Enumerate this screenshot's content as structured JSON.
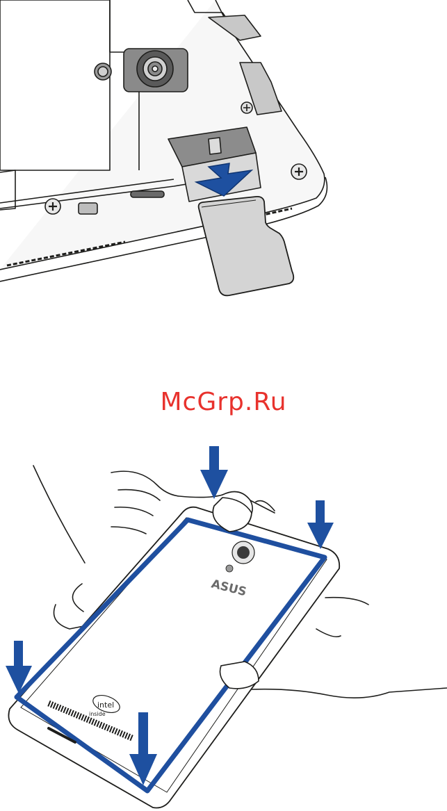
{
  "watermark": {
    "text": "McGrp.Ru",
    "color": "#e8322d"
  },
  "phone_back": {
    "brand": "ASUS",
    "chip_logo": "intel",
    "chip_sub": "inside"
  },
  "colors": {
    "arrow": "#1e50a0",
    "outline": "#1d1d1b",
    "accent_blue": "#1f4f9f"
  }
}
